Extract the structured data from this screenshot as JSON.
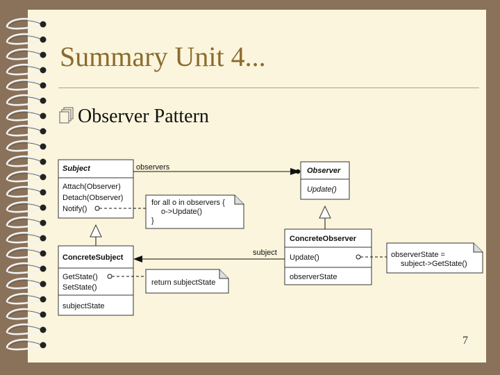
{
  "slide": {
    "title": "Summary Unit 4...",
    "bullet": "Observer Pattern",
    "page_number": "7"
  },
  "diagram": {
    "subject": {
      "name": "Subject",
      "methods": [
        "Attach(Observer)",
        "Detach(Observer)",
        "Notify()"
      ]
    },
    "observer": {
      "name": "Observer",
      "methods": [
        "Update()"
      ]
    },
    "concrete_subject": {
      "name": "ConcreteSubject",
      "methods": [
        "GetState()",
        "SetState()"
      ],
      "attributes": [
        "subjectState"
      ]
    },
    "concrete_observer": {
      "name": "ConcreteObserver",
      "methods": [
        "Update()"
      ],
      "attributes": [
        "observerState"
      ]
    },
    "notes": {
      "notify": [
        "for all o in observers {",
        "o->Update()",
        "}"
      ],
      "getstate": [
        "return subjectState"
      ],
      "update": [
        "observerState =",
        "subject->GetState()"
      ]
    },
    "associations": {
      "observers_label": "observers",
      "subject_label": "subject"
    }
  },
  "colors": {
    "background": "#8a7159",
    "paper": "#faf5dc",
    "title": "#8b6a2e"
  },
  "icons": {
    "binding_rings": "spiral-binding-icon",
    "bullet": "note-stack-bullet-icon"
  }
}
